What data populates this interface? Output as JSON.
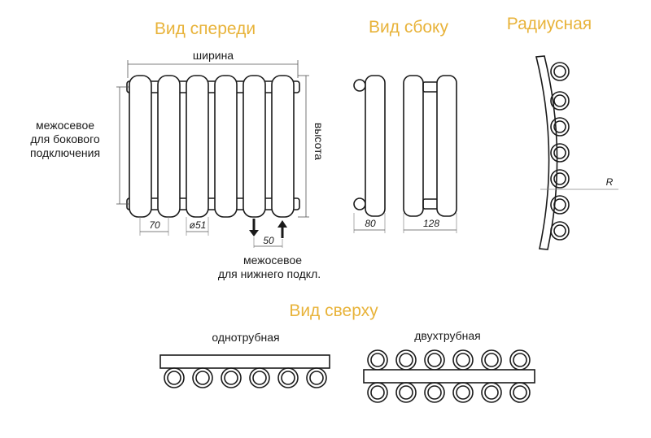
{
  "views": {
    "front": {
      "title": "Вид спереди"
    },
    "side": {
      "title": "Вид сбоку"
    },
    "radial": {
      "title": "Радиусная"
    },
    "top": {
      "title": "Вид сверху"
    }
  },
  "front": {
    "width_label": "ширина",
    "height_label": "высота",
    "side_conn_label": [
      "межосевое",
      "для бокового",
      "подключения"
    ],
    "dims": {
      "section_pitch": "70",
      "tube_diameter": "ø51",
      "bottom_spacing": "50"
    },
    "bottom_conn_label": [
      "межосевое",
      "для нижнего подкл."
    ]
  },
  "side": {
    "dims": {
      "single": "80",
      "double": "128"
    }
  },
  "radial": {
    "radius_label": "R"
  },
  "top": {
    "single_label": "однотрубная",
    "double_label": "двухтрубная"
  },
  "colors": {
    "title": "#e8b33a",
    "line": "#1a1a1a"
  }
}
